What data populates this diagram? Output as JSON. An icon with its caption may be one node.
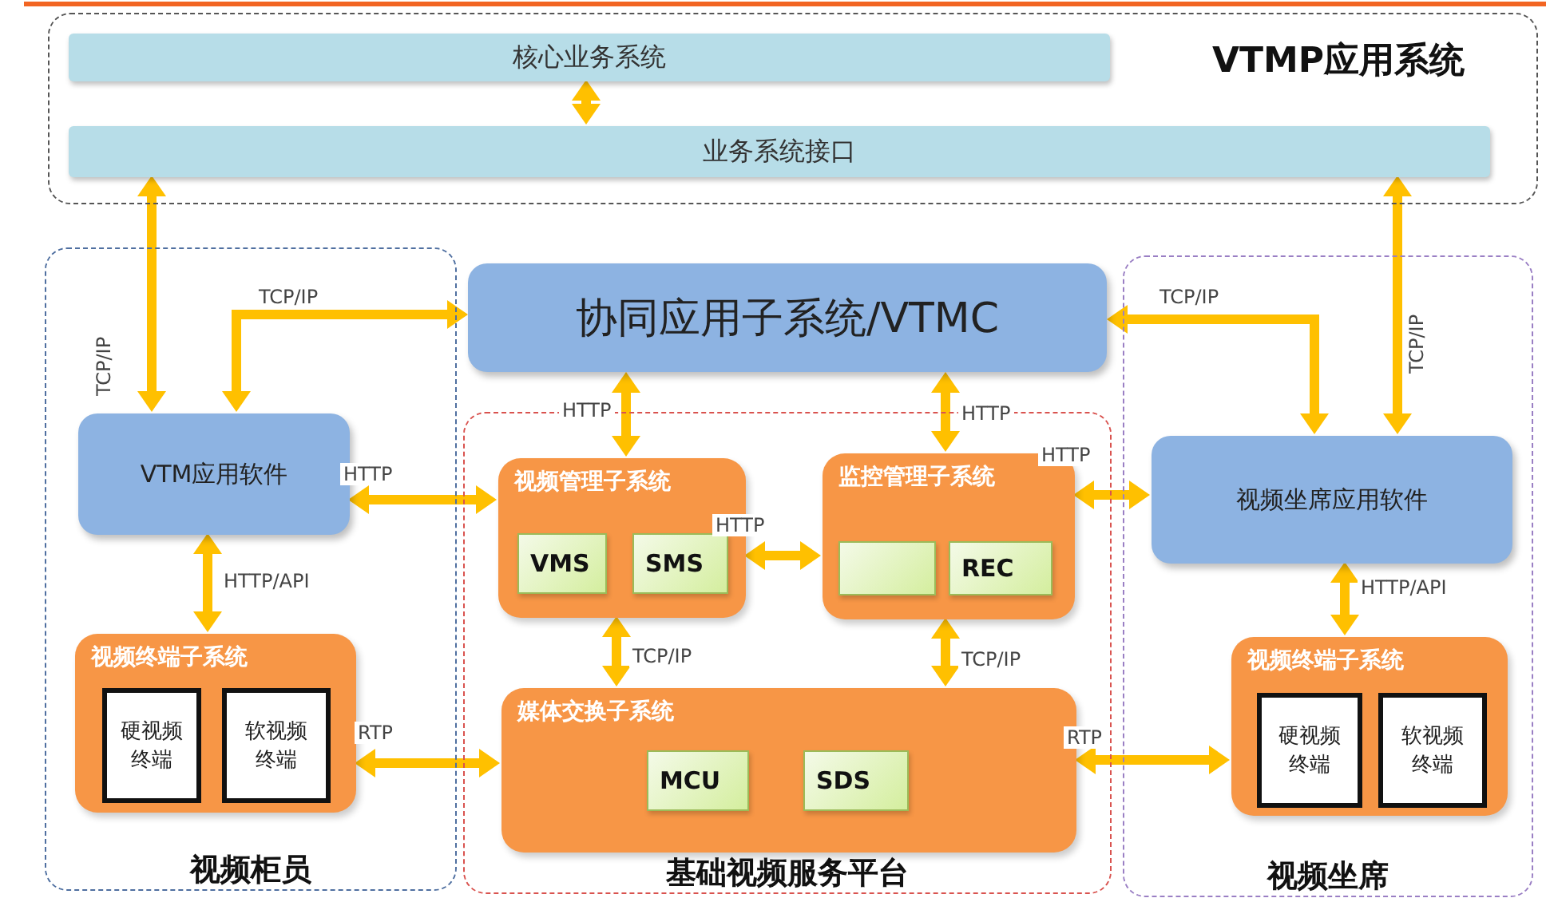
{
  "diagram": {
    "nodes": [
      {
        "text": [
          "VTMP应用系统"
        ]
      },
      {
        "text": [
          "核心业务系统"
        ],
        "in": 0
      },
      {
        "text": [
          "业务系统接口"
        ],
        "in": 0
      },
      {
        "text": [
          "视频柜员"
        ]
      },
      {
        "text": [
          "VTM应用软件"
        ],
        "in": 3
      },
      {
        "text": [
          "视频终端子系统"
        ],
        "in": 3
      },
      {
        "text": [
          "硬视频终端"
        ],
        "in": 5
      },
      {
        "text": [
          "软视频终端"
        ],
        "in": 5
      },
      {
        "text": [
          "基础视频服务平台"
        ]
      },
      {
        "text": [
          "协同应用子系统/VTMC"
        ]
      },
      {
        "text": [
          "视频管理子系统"
        ],
        "in": 8
      },
      {
        "text": [
          "VMS"
        ],
        "in": 10
      },
      {
        "text": [
          "SMS"
        ],
        "in": 10
      },
      {
        "text": [
          "监控管理子系统"
        ],
        "in": 8
      },
      {
        "text": [],
        "shape": "box",
        "in": 13
      },
      {
        "text": [
          "REC"
        ],
        "in": 13
      },
      {
        "text": [
          "媒体交换子系统"
        ],
        "in": 8
      },
      {
        "text": [
          "MCU"
        ],
        "in": 16
      },
      {
        "text": [
          "SDS"
        ],
        "in": 16
      },
      {
        "text": [
          "视频坐席"
        ]
      },
      {
        "text": [
          "视频坐席应用软件"
        ],
        "in": 19
      },
      {
        "text": [
          "视频终端子系统"
        ],
        "in": 19
      },
      {
        "text": [
          "硬视频终端"
        ],
        "in": 21
      },
      {
        "text": [
          "软视频终端"
        ],
        "in": 21
      }
    ],
    "edges": [
      {
        "from": 1,
        "to": 2,
        "arrow": "both"
      },
      {
        "from": 2,
        "to": 4,
        "arrow": "both",
        "label": "TCP/IP"
      },
      {
        "from": 4,
        "to": 9,
        "arrow": "both",
        "label": "TCP/IP"
      },
      {
        "from": 4,
        "to": 10,
        "arrow": "both",
        "label": "HTTP"
      },
      {
        "from": 4,
        "to": 5,
        "arrow": "both",
        "label": "HTTP/API"
      },
      {
        "from": 5,
        "to": 16,
        "arrow": "both",
        "label": "RTP"
      },
      {
        "from": 9,
        "to": 10,
        "arrow": "both",
        "label": "HTTP"
      },
      {
        "from": 9,
        "to": 13,
        "arrow": "both",
        "label": "HTTP"
      },
      {
        "from": 10,
        "to": 13,
        "arrow": "both",
        "label": "HTTP"
      },
      {
        "from": 10,
        "to": 16,
        "arrow": "both",
        "label": "TCP/IP"
      },
      {
        "from": 13,
        "to": 16,
        "arrow": "both",
        "label": "TCP/IP"
      },
      {
        "from": 9,
        "to": 20,
        "arrow": "both",
        "label": "TCP/IP"
      },
      {
        "from": 2,
        "to": 20,
        "arrow": "both",
        "label": "TCP/IP"
      },
      {
        "from": 13,
        "to": 20,
        "arrow": "both",
        "label": "HTTP"
      },
      {
        "from": 20,
        "to": 21,
        "arrow": "both",
        "label": "HTTP/API"
      },
      {
        "from": 16,
        "to": 21,
        "arrow": "both",
        "label": "RTP"
      }
    ]
  }
}
